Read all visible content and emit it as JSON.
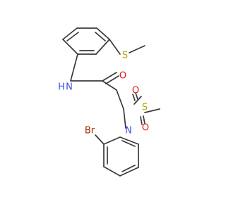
{
  "molecule": {
    "atoms": {
      "S_thioether": {
        "text": "S",
        "color": "#b3a300"
      },
      "N_amide": {
        "text": "N",
        "color": "#3b50e0"
      },
      "H_amide": {
        "text": "H",
        "color": "#3b50e0"
      },
      "O_carbonyl": {
        "text": "O",
        "color": "#e21b1b"
      },
      "N_sulfonamide": {
        "text": "N",
        "color": "#3b50e0"
      },
      "S_sulfonyl": {
        "text": "S",
        "color": "#b3a300"
      },
      "O_sulfonyl_top": {
        "text": "O",
        "color": "#e21b1b"
      },
      "O_sulfonyl_bottom": {
        "text": "O",
        "color": "#e21b1b"
      },
      "Br": {
        "text": "Br",
        "color": "#a52a00"
      }
    },
    "bond_color": "#3a3a3a"
  }
}
